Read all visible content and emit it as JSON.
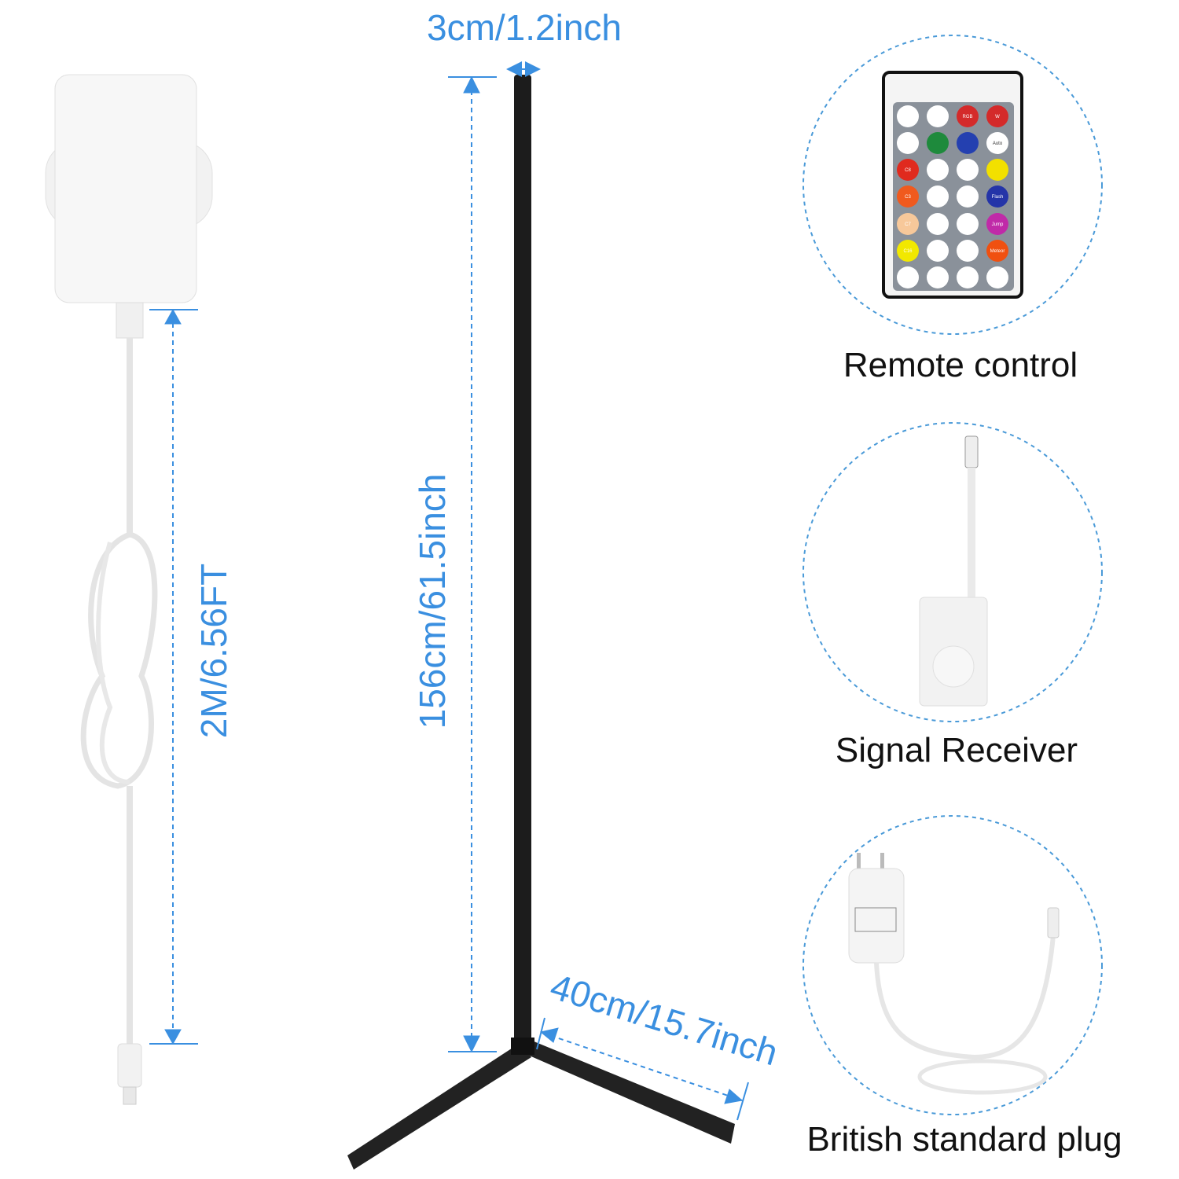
{
  "dimensions": {
    "width": "3cm/1.2inch",
    "height": "156cm/61.5inch",
    "cable": "2M/6.56FT",
    "base": "40cm/15.7inch"
  },
  "accessories": [
    {
      "caption": "Remote control"
    },
    {
      "caption": "Signal Receiver"
    },
    {
      "caption": "British standard plug"
    }
  ],
  "remote_buttons": [
    "RGB",
    "W",
    "Auto",
    "C8",
    "C3",
    "C7",
    "C16",
    "Flash",
    "Jump",
    "Meteor"
  ],
  "colors": {
    "dimension": "#3a8fe0",
    "lamp": "#1a1a1a",
    "circle": "#4a9ad8"
  }
}
